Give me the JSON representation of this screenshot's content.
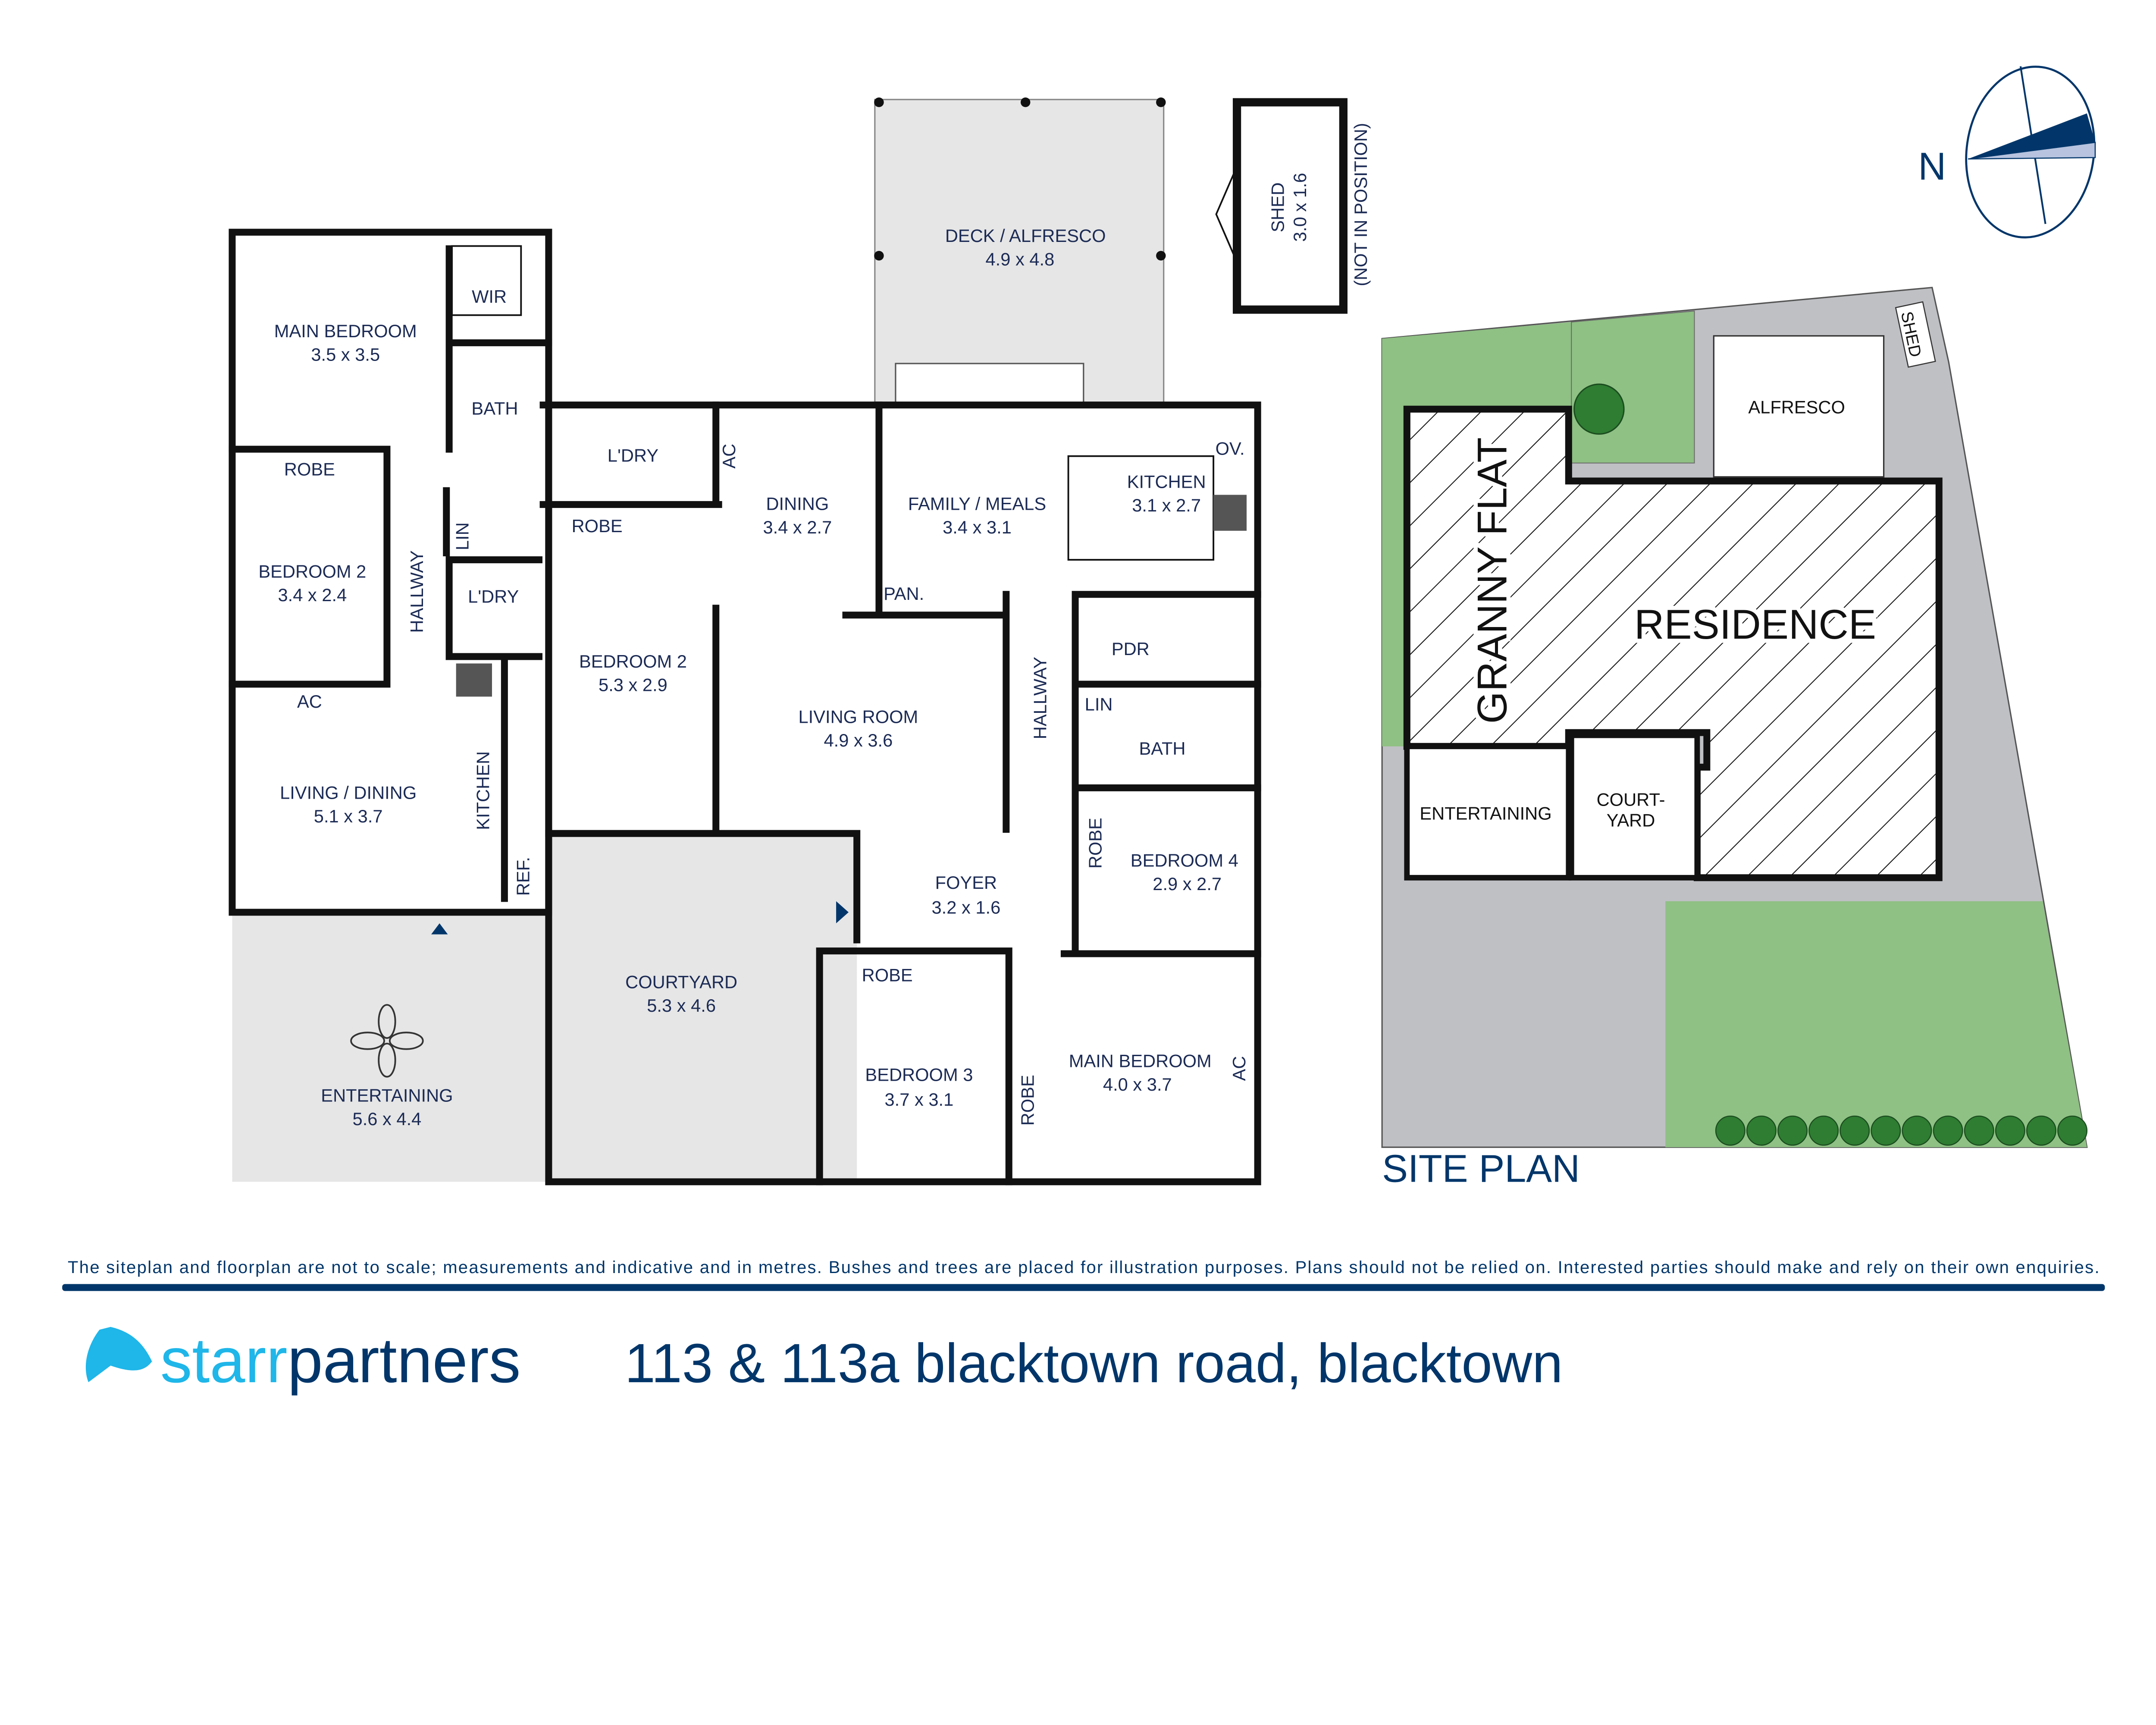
{
  "colors": {
    "navy": "#02366a",
    "brand_light": "#1fb6e9",
    "paving": "#e6e6e6",
    "site_grey": "#bfc0c4",
    "lawn": "#8fc084",
    "compass_light": "#b7c3df"
  },
  "compass": {
    "label": "N",
    "icon": "north-arrow-icon"
  },
  "floorplan": {
    "rooms": [
      {
        "name": "MAIN BEDROOM",
        "dims": "3.5 x 3.5"
      },
      {
        "name": "WIR",
        "dims": ""
      },
      {
        "name": "BATH",
        "dims": ""
      },
      {
        "name": "ROBE",
        "dims": ""
      },
      {
        "name": "BEDROOM 2",
        "dims": "3.4 x 2.4"
      },
      {
        "name": "HALLWAY",
        "dims": ""
      },
      {
        "name": "LIN",
        "dims": ""
      },
      {
        "name": "L'DRY",
        "dims": ""
      },
      {
        "name": "AC",
        "dims": ""
      },
      {
        "name": "LIVING / DINING",
        "dims": "5.1 x 3.7"
      },
      {
        "name": "KITCHEN",
        "dims": ""
      },
      {
        "name": "REF.",
        "dims": ""
      },
      {
        "name": "ENTERTAINING",
        "dims": "5.6 x 4.4"
      },
      {
        "name": "DECK / ALFRESCO",
        "dims": "4.9 x 4.8"
      },
      {
        "name": "SHED",
        "dims": "3.0 x 1.6"
      },
      {
        "name": "(NOT IN POSITION)",
        "dims": ""
      },
      {
        "name": "L'DRY",
        "dims": ""
      },
      {
        "name": "AC",
        "dims": ""
      },
      {
        "name": "ROBE",
        "dims": ""
      },
      {
        "name": "BEDROOM 2",
        "dims": "5.3 x 2.9"
      },
      {
        "name": "DINING",
        "dims": "3.4 x 2.7"
      },
      {
        "name": "FAMILY / MEALS",
        "dims": "3.4 x 3.1"
      },
      {
        "name": "KITCHEN",
        "dims": "3.1 x 2.7"
      },
      {
        "name": "OV.",
        "dims": ""
      },
      {
        "name": "PAN.",
        "dims": ""
      },
      {
        "name": "PDR",
        "dims": ""
      },
      {
        "name": "HALLWAY",
        "dims": ""
      },
      {
        "name": "LIN",
        "dims": ""
      },
      {
        "name": "BATH",
        "dims": ""
      },
      {
        "name": "LIVING ROOM",
        "dims": "4.9 x 3.6"
      },
      {
        "name": "ROBE",
        "dims": ""
      },
      {
        "name": "BEDROOM 4",
        "dims": "2.9 x 2.7"
      },
      {
        "name": "FOYER",
        "dims": "3.2 x 1.6"
      },
      {
        "name": "COURTYARD",
        "dims": "5.3 x 4.6"
      },
      {
        "name": "ROBE",
        "dims": ""
      },
      {
        "name": "BEDROOM 3",
        "dims": "3.7 x 3.1"
      },
      {
        "name": "ROBE",
        "dims": ""
      },
      {
        "name": "MAIN BEDROOM",
        "dims": "4.0 x 3.7"
      },
      {
        "name": "AC",
        "dims": ""
      }
    ]
  },
  "siteplan": {
    "title": "SITE PLAN",
    "labels": {
      "shed": "SHED",
      "alfresco": "ALFRESCO",
      "granny_flat": "GRANNY FLAT",
      "residence": "RESIDENCE",
      "entertaining": "ENTERTAINING",
      "courtyard_1": "COURT-",
      "courtyard_2": "YARD"
    },
    "tree_count_row": 12
  },
  "footer": {
    "disclaimer": "The siteplan and floorplan are not to scale; measurements and indicative and in metres. Bushes and trees are placed for illustration purposes. Plans should not be relied on. Interested parties should make and rely on their own enquiries.",
    "brand_part1": "starr",
    "brand_part2": "partners",
    "address": "113 & 113a blacktown road, blacktown"
  }
}
